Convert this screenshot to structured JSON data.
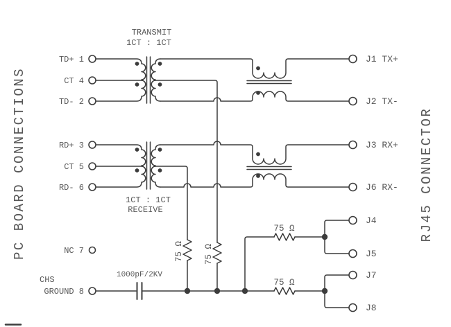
{
  "titles": {
    "left": "PC BOARD CONNECTIONS",
    "right": "RJ45 CONNECTOR"
  },
  "transformers": {
    "transmit": {
      "label": "TRANSMIT",
      "ratio": "1CT : 1CT"
    },
    "receive": {
      "label": "RECEIVE",
      "ratio": "1CT : 1CT"
    }
  },
  "pc_pins": [
    {
      "label": "TD+ 1"
    },
    {
      "label": "CT 4"
    },
    {
      "label": "TD- 2"
    },
    {
      "label": "RD+ 3"
    },
    {
      "label": "CT 5"
    },
    {
      "label": "RD- 6"
    },
    {
      "label": "NC 7"
    },
    {
      "label_top": "CHS",
      "label": "GROUND 8"
    }
  ],
  "rj45_pins": [
    {
      "label": "J1 TX+"
    },
    {
      "label": "J2 TX-"
    },
    {
      "label": "J3 RX+"
    },
    {
      "label": "J6 RX-"
    },
    {
      "label": "J4"
    },
    {
      "label": "J5"
    },
    {
      "label": "J7"
    },
    {
      "label": "J8"
    }
  ],
  "components": {
    "resistors": [
      "75 Ω",
      "75 Ω",
      "75 Ω",
      "75 Ω"
    ],
    "capacitor": "1000pF/2KV"
  },
  "colors": {
    "wire": "#3c3c3c",
    "text": "#575757"
  }
}
